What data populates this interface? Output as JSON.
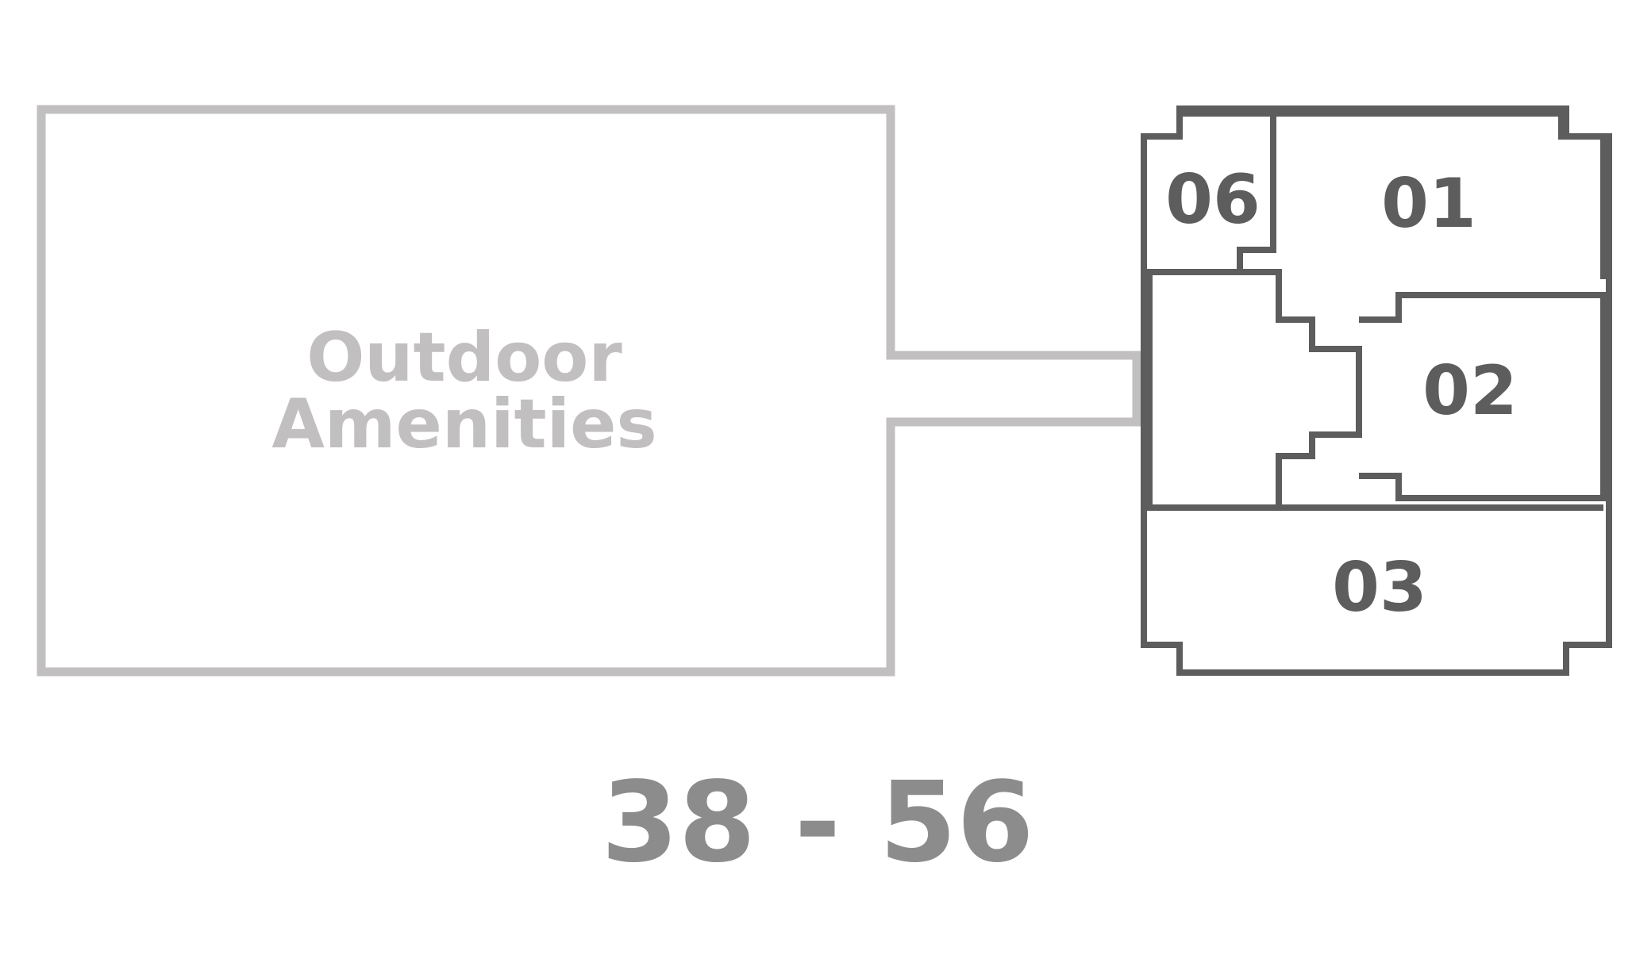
{
  "floorplan": {
    "amenity": {
      "line1": "Outdoor",
      "line2": "Amenities"
    },
    "units": [
      {
        "id": "unit-06",
        "label": "06"
      },
      {
        "id": "unit-01",
        "label": "01"
      },
      {
        "id": "unit-02",
        "label": "02"
      },
      {
        "id": "unit-03",
        "label": "03"
      }
    ],
    "floor_range": "38 - 56",
    "colors": {
      "amenity_outline": "#c1bfbf",
      "unit_outline": "#5d5d5d",
      "floor_label": "#8c8c8c",
      "background": "#ffffff"
    }
  }
}
